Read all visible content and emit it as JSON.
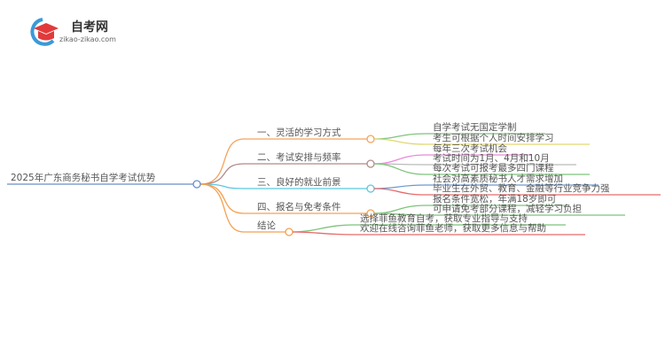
{
  "logo": {
    "title": "自考网",
    "url": "zikao-zikao.com"
  },
  "root": {
    "label": "2025年广东商务秘书自学考试优势",
    "color": "#6a8ec8"
  },
  "branches": [
    {
      "label": "一、灵活的学习方式",
      "color": "#f5a25a",
      "leaves": [
        {
          "label": "自学考试无国定学制",
          "color": "#7cc47a"
        },
        {
          "label": "考生可根据个人时间安排学习",
          "color": "#e0d870"
        }
      ]
    },
    {
      "label": "二、考试安排与频率",
      "color": "#b08a8a",
      "leaves": [
        {
          "label": "每年三次考试机会",
          "color": "#e88ad8"
        },
        {
          "label": "考试时间为1月、4月和10月",
          "color": "#bbbbbb"
        },
        {
          "label": "每次考试可报考最多四门课程",
          "color": "#7cc47a"
        }
      ]
    },
    {
      "label": "三、良好的就业前景",
      "color": "#5bc8e0",
      "leaves": [
        {
          "label": "社会对高素质秘书人才需求增加",
          "color": "#6a9ad0"
        },
        {
          "label": "毕业生在外贸、教育、金融等行业竞争力强",
          "color": "#e86a6a"
        }
      ]
    },
    {
      "label": "四、报名与免考条件",
      "color": "#f5a050",
      "leaves": [
        {
          "label": "报名条件宽松，年满18岁即可",
          "color": "#7cc47a"
        },
        {
          "label": "可申请免考部分课程，减轻学习负担",
          "color": "#7cc47a"
        }
      ]
    },
    {
      "label": "结论",
      "color": "#f5a050",
      "leaves": [
        {
          "label": "选择菲鱼教育自考，获取专业指导与支持",
          "color": "#7cc47a"
        },
        {
          "label": "欢迎在线咨询菲鱼老师，获取更多信息与帮助",
          "color": "#e86a6a"
        }
      ]
    }
  ]
}
